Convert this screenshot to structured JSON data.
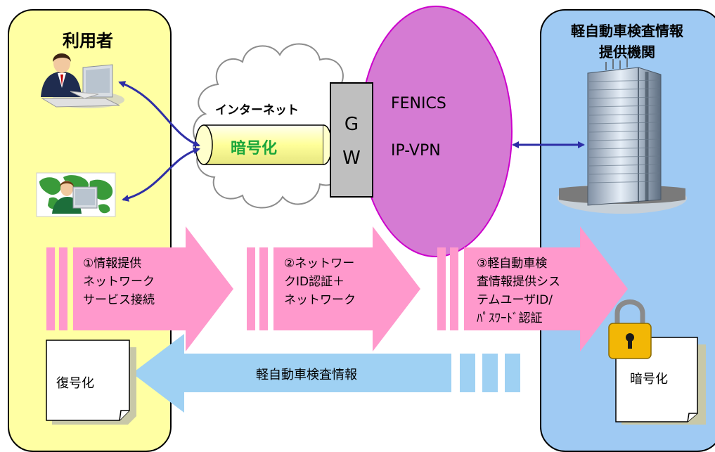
{
  "user_panel": {
    "title": "利用者"
  },
  "provider_panel": {
    "title_line1": "軽自動車検査情報",
    "title_line2": "提供機関"
  },
  "internet": {
    "label": "インターネット",
    "tunnel_label": "暗号化"
  },
  "gateway": {
    "line1": "G",
    "line2": "W"
  },
  "vpn": {
    "line1": "FENICS",
    "line2": "IP-VPN"
  },
  "steps": [
    {
      "lines": [
        "①情報提供",
        "ネットワーク",
        "サービス接続"
      ]
    },
    {
      "lines": [
        "②ネットワー",
        "クID認証＋",
        "ネットワーク"
      ]
    },
    {
      "lines": [
        "③軽自動車検",
        "査情報提供シス",
        "テムユーザID/",
        "ﾊﾟｽﾜｰﾄﾞ認証"
      ]
    }
  ],
  "return_arrow": {
    "label": "軽自動車検査情報"
  },
  "docs": {
    "left_label": "復号化",
    "right_label": "暗号化"
  },
  "colors": {
    "user_panel": "#ffffa3",
    "provider_panel": "#9fcaf3",
    "vpn_fill": "#d57bd3",
    "vpn_stroke": "#cc00cc",
    "step_arrow": "#ff99cc",
    "return_arrow": "#9fd1f3",
    "link_arrow": "#2e2ea6",
    "gateway": "#bfbfbf"
  }
}
